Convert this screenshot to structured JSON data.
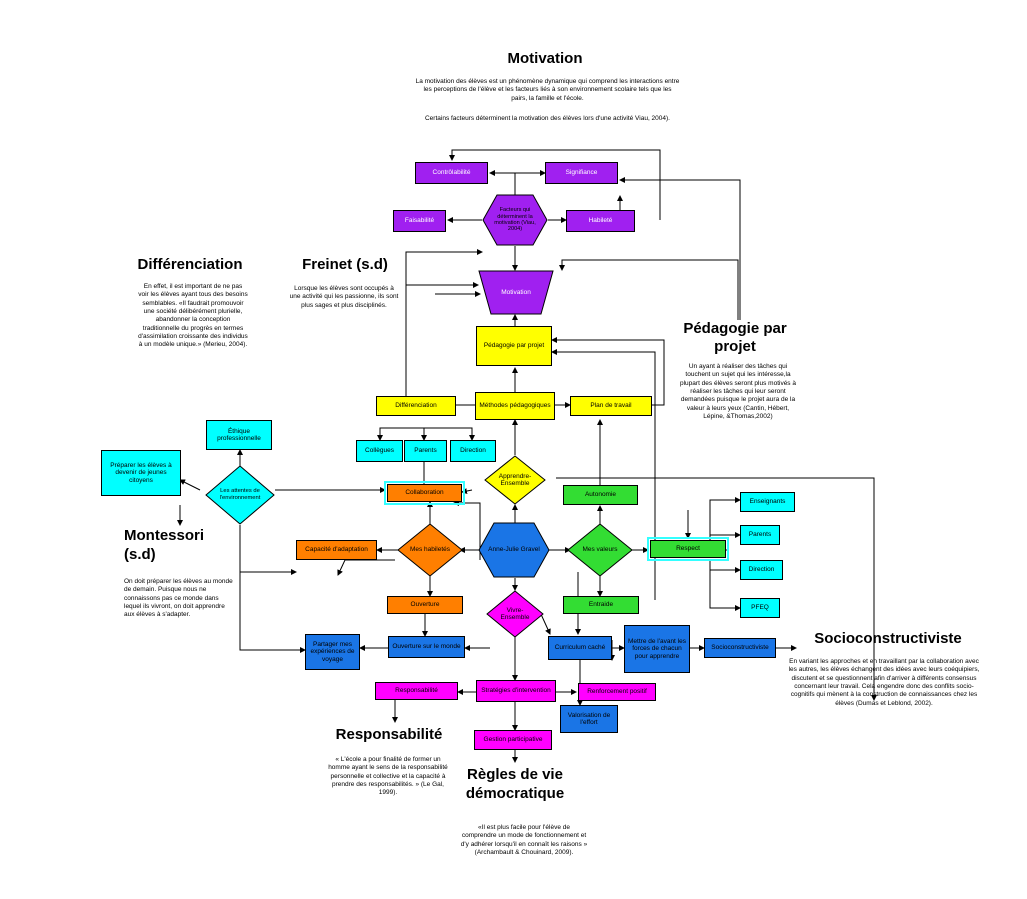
{
  "headings": {
    "motivation": "Motivation",
    "differenciation": "Différenciation",
    "freinet": "Freinet (s.d)",
    "pedagogie_par_projet": "Pédagogie par projet",
    "montessori": "Montessori (s.d)",
    "socioconstructiviste": "Socioconstructiviste",
    "responsabilite": "Responsabilité",
    "regles": "Règles de vie démocratique"
  },
  "texts": {
    "motivation_p1": "La motivation des élèves est un phénomène dynamique qui comprend les interactions entre les perceptions de l'élève et les facteurs liés à son environnement scolaire tels que les pairs, la famille et l'école.",
    "motivation_p2": "Certains facteurs déterminent la motivation des élèves lors d'une activité Viau, 2004).",
    "differenciation": "En effet, il est important de ne pas voir les élèves ayant tous des besoins semblables. «Il faudrait promouvoir une société délibérément plurielle, abandonner la conception traditionnelle du progrès en termes d'assimilation croissante des individus à un modèle unique.» (Merieu, 2004).",
    "freinet": "Lorsque les élèves sont occupés à une activité qui les passionne, ils sont plus sages et plus disciplinés.",
    "pedagogie": "Un ayant à réaliser des tâches qui touchent un sujet qui les intéresse,la plupart des élèves seront plus motivés à réaliser les tâches qui leur seront demandées puisque le projet aura de la valeur à leurs yeux (Cantin, Hébert, Lépine, &Thomas,2002)",
    "montessori": "On doit préparer les élèves au monde de demain. Puisque nous ne connaissons pas ce monde dans lequel ils vivront, on doit apprendre aux élèves à s'adapter.",
    "socioconstructiviste": "En variant les approches et en travaillant par la collaboration avec les autres, les élèves échangent des idées avec leurs coéquipiers, discutent et se questionnent afin d'arriver à différents consensus concernant leur travail. Cela engendre donc des conflits socio-cognitifs qui mènent à la construction de connaissances chez les élèves (Dumas et Leblond, 2002).",
    "responsabilite": "« L'école a pour finalité de former un homme ayant le sens de la responsabilité personnelle et collective et la capacité à prendre des responsabilités. » (Le Gal, 1999).",
    "regles": "«Il est plus facile pour l'élève de comprendre un mode de fonctionnement et d'y adhérer lorsqu'il en connaît les raisons » (Archambault & Chouinard, 2009)."
  },
  "nodes": {
    "controlabilite": "Contrôlabilité",
    "signifiance": "Signifiance",
    "faisabilite": "Faisabilité",
    "facteurs": "Facteurs qui déterminent la motivation (Viau, 2004)",
    "habilete": "Habileté",
    "motivation": "Motivation",
    "pedagogie_par_projet": "Pédagogie par projet",
    "differenciation": "Différenciation",
    "methodes": "Méthodes pédagogiques",
    "plan_travail": "Plan de travail",
    "ethique": "Éthique professionnelle",
    "preparer": "Préparer les élèves à devenir de jeunes citoyens",
    "attentes": "Les attentes de l'environnement",
    "collegues": "Collègues",
    "parents1": "Parents",
    "direction1": "Direction",
    "collaboration": "Collaboration",
    "apprendre": "Apprendre-Ensemble",
    "autonomie": "Autonomie",
    "enseignants": "Enseignants",
    "parents2": "Parents",
    "direction2": "Direction",
    "pfeq": "PFEQ",
    "capacite": "Capacité d'adaptation",
    "habiletes": "Mes habiletés",
    "anne_julie": "Anne-Julie Gravel",
    "valeurs": "Mes valeurs",
    "respect": "Respect",
    "ouverture": "Ouverture",
    "vivre": "Vivre-Ensemble",
    "entraide": "Entraide",
    "partager": "Partager mes expériences de voyage",
    "ouverture_monde": "Ouverture sur le monde",
    "curriculum": "Curriculum caché",
    "mettre": "Mettre de l'avant les forces de chacun pour apprendre",
    "socio_node": "Socioconstructiviste",
    "responsabilite_node": "Responsabilité",
    "strategies": "Stratégies d'intervention",
    "renforcement": "Renforcement positif",
    "valorisation": "Valorisation de l'effort",
    "gestion": "Gestion participative"
  },
  "colors": {
    "purple": "#a020f0",
    "yellow": "#ffff00",
    "cyan": "#00ffff",
    "orange": "#ff7f00",
    "green": "#33dd33",
    "blue": "#1a75e6",
    "magenta": "#ff00ff"
  }
}
